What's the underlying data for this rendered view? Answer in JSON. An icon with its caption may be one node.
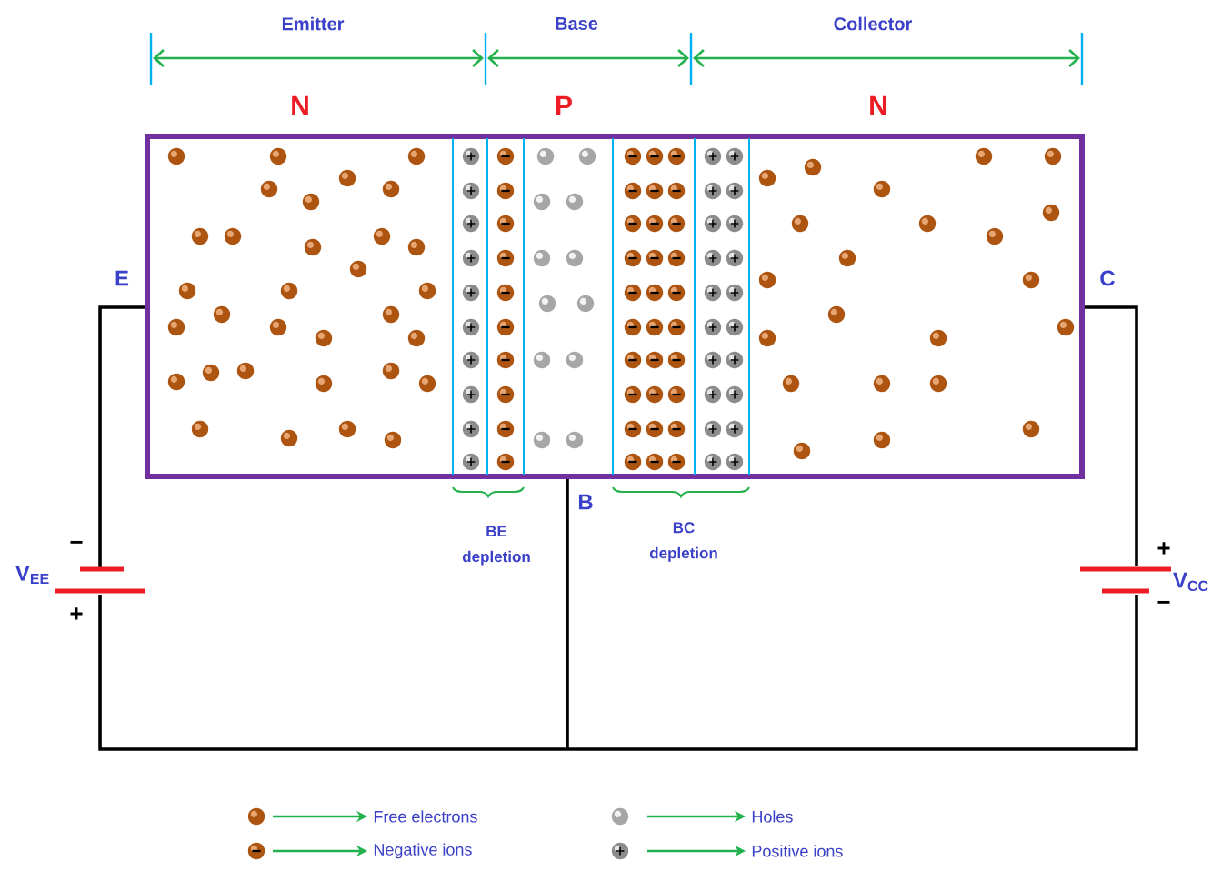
{
  "diagram": {
    "labels": [
      "Emitter",
      "Base",
      "Collector",
      "N",
      "P",
      "N",
      "E",
      "C",
      "B",
      "BE depletion",
      "BC depletion",
      "−",
      "V$_{EE}$",
      "+",
      "+",
      "V$_{CC}$",
      "−"
    ],
    "legend": [
      {
        "text": "Free electrons"
      },
      {
        "text": "Negative ions"
      },
      {
        "text": "Holes"
      },
      {
        "text": "Positive ions"
      }
    ]
  }
}
